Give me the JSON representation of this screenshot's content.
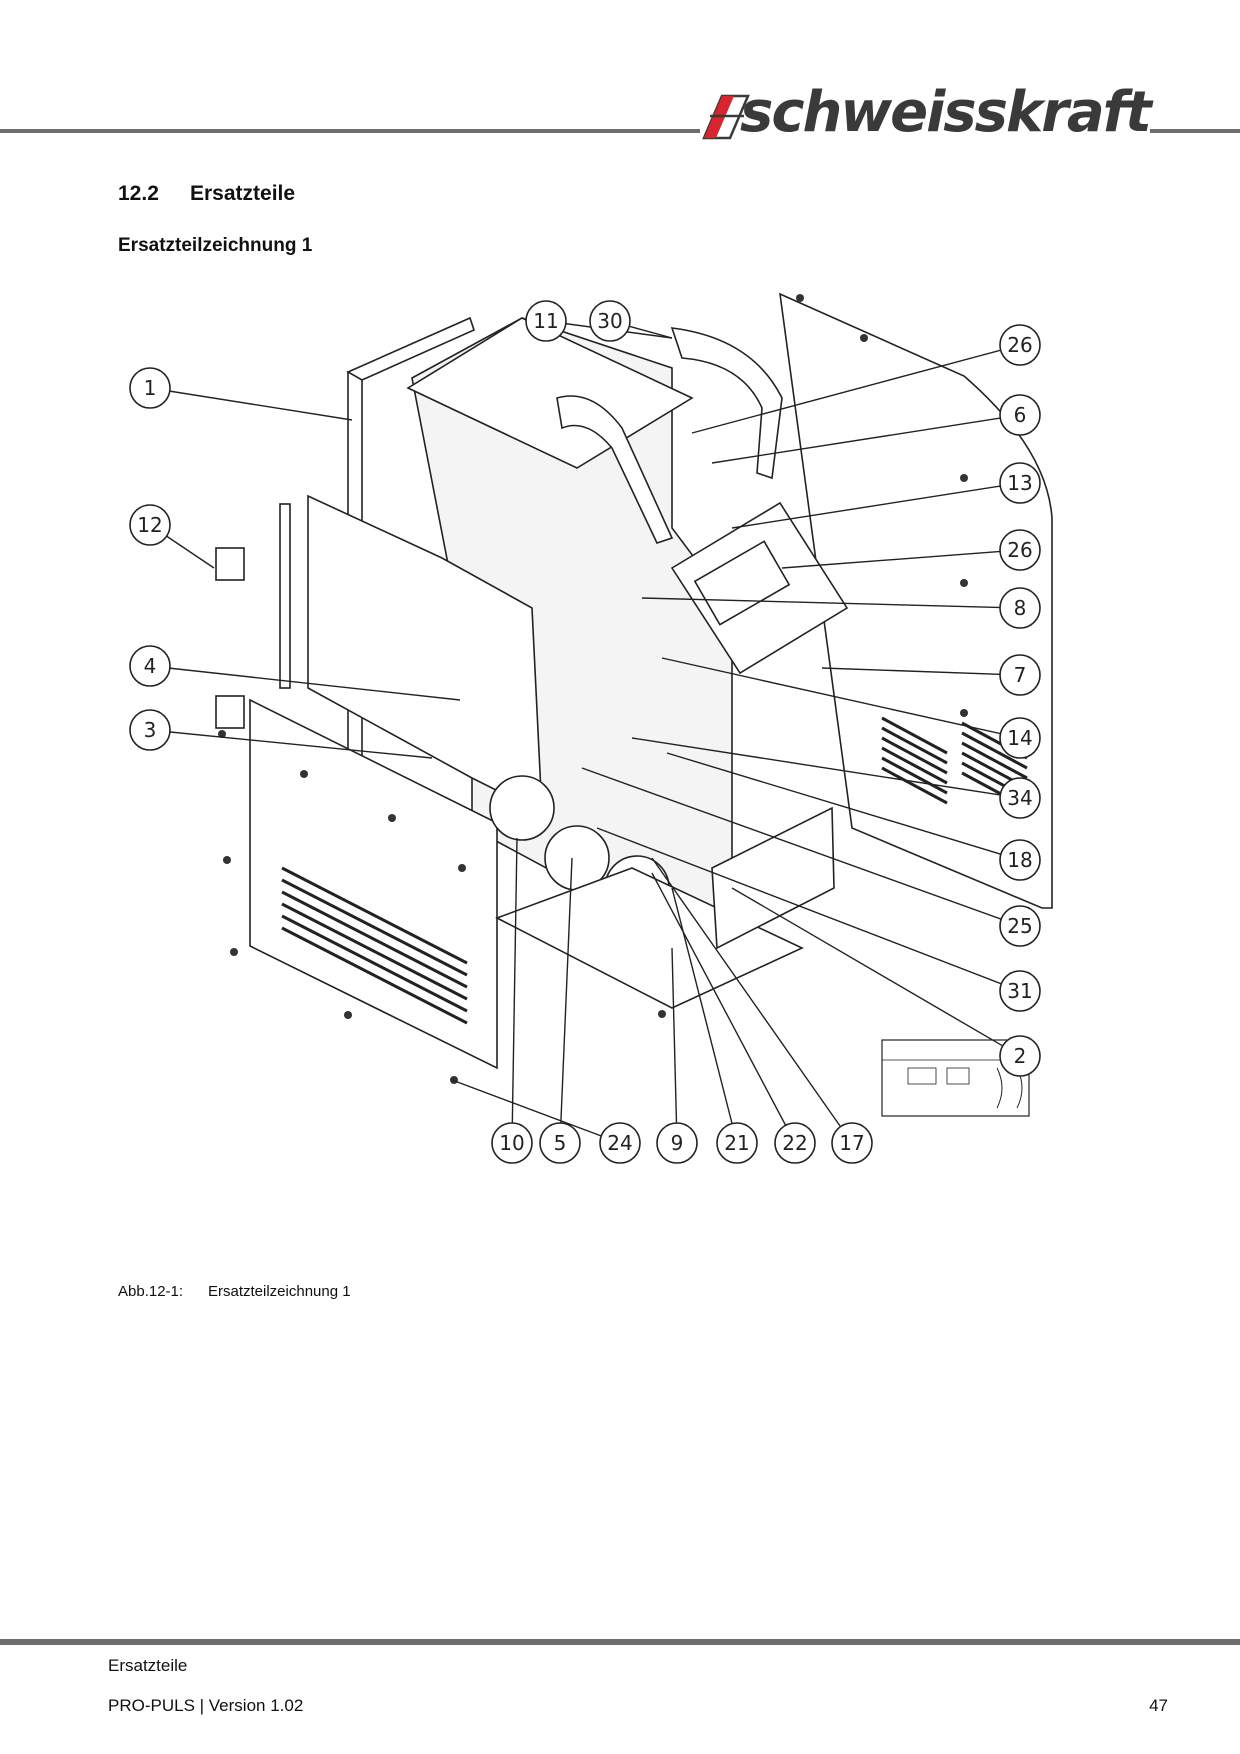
{
  "header": {
    "brand": "schweisskraft"
  },
  "section": {
    "number": "12.2",
    "title": "Ersatzteile"
  },
  "subheading": "Ersatzteilzeichnung 1",
  "drawing": {
    "balloons": [
      "1",
      "12",
      "4",
      "3",
      "11",
      "30",
      "26",
      "6",
      "13",
      "26",
      "8",
      "7",
      "14",
      "34",
      "18",
      "25",
      "31",
      "2",
      "10",
      "5",
      "24",
      "9",
      "21",
      "22",
      "17"
    ]
  },
  "caption": {
    "label": "Abb.12-1:",
    "text": "Ersatzteilzeichnung 1"
  },
  "footer": {
    "section": "Ersatzteile",
    "doc": "PRO-PULS | Version 1.02",
    "page": "47"
  },
  "colors": {
    "rule": "#6e6e6e",
    "logo_red": "#d7262e",
    "logo_grey": "#3a3a3a"
  }
}
